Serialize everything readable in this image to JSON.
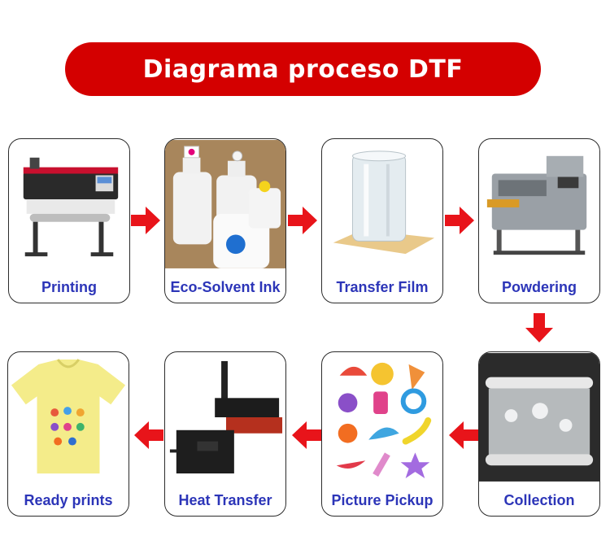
{
  "title": "Diagrama proceso DTF",
  "steps": [
    {
      "label": "Printing",
      "image": "dtf-printer-machine"
    },
    {
      "label": "Eco-Solvent Ink",
      "image": "ink-bottles"
    },
    {
      "label": "Transfer Film",
      "image": "film-roll"
    },
    {
      "label": "Powdering",
      "image": "powder-shaker-machine"
    },
    {
      "label": "Collection",
      "image": "film-collection-roller"
    },
    {
      "label": "Picture Pickup",
      "image": "printed-stickers"
    },
    {
      "label": "Heat Transfer",
      "image": "heat-press-machine"
    },
    {
      "label": "Ready prints",
      "image": "printed-t-shirt"
    }
  ],
  "colors": {
    "banner": "#d40000",
    "arrow": "#e8141a",
    "label": "#2c35b8",
    "card_border": "#2b2b2b"
  }
}
